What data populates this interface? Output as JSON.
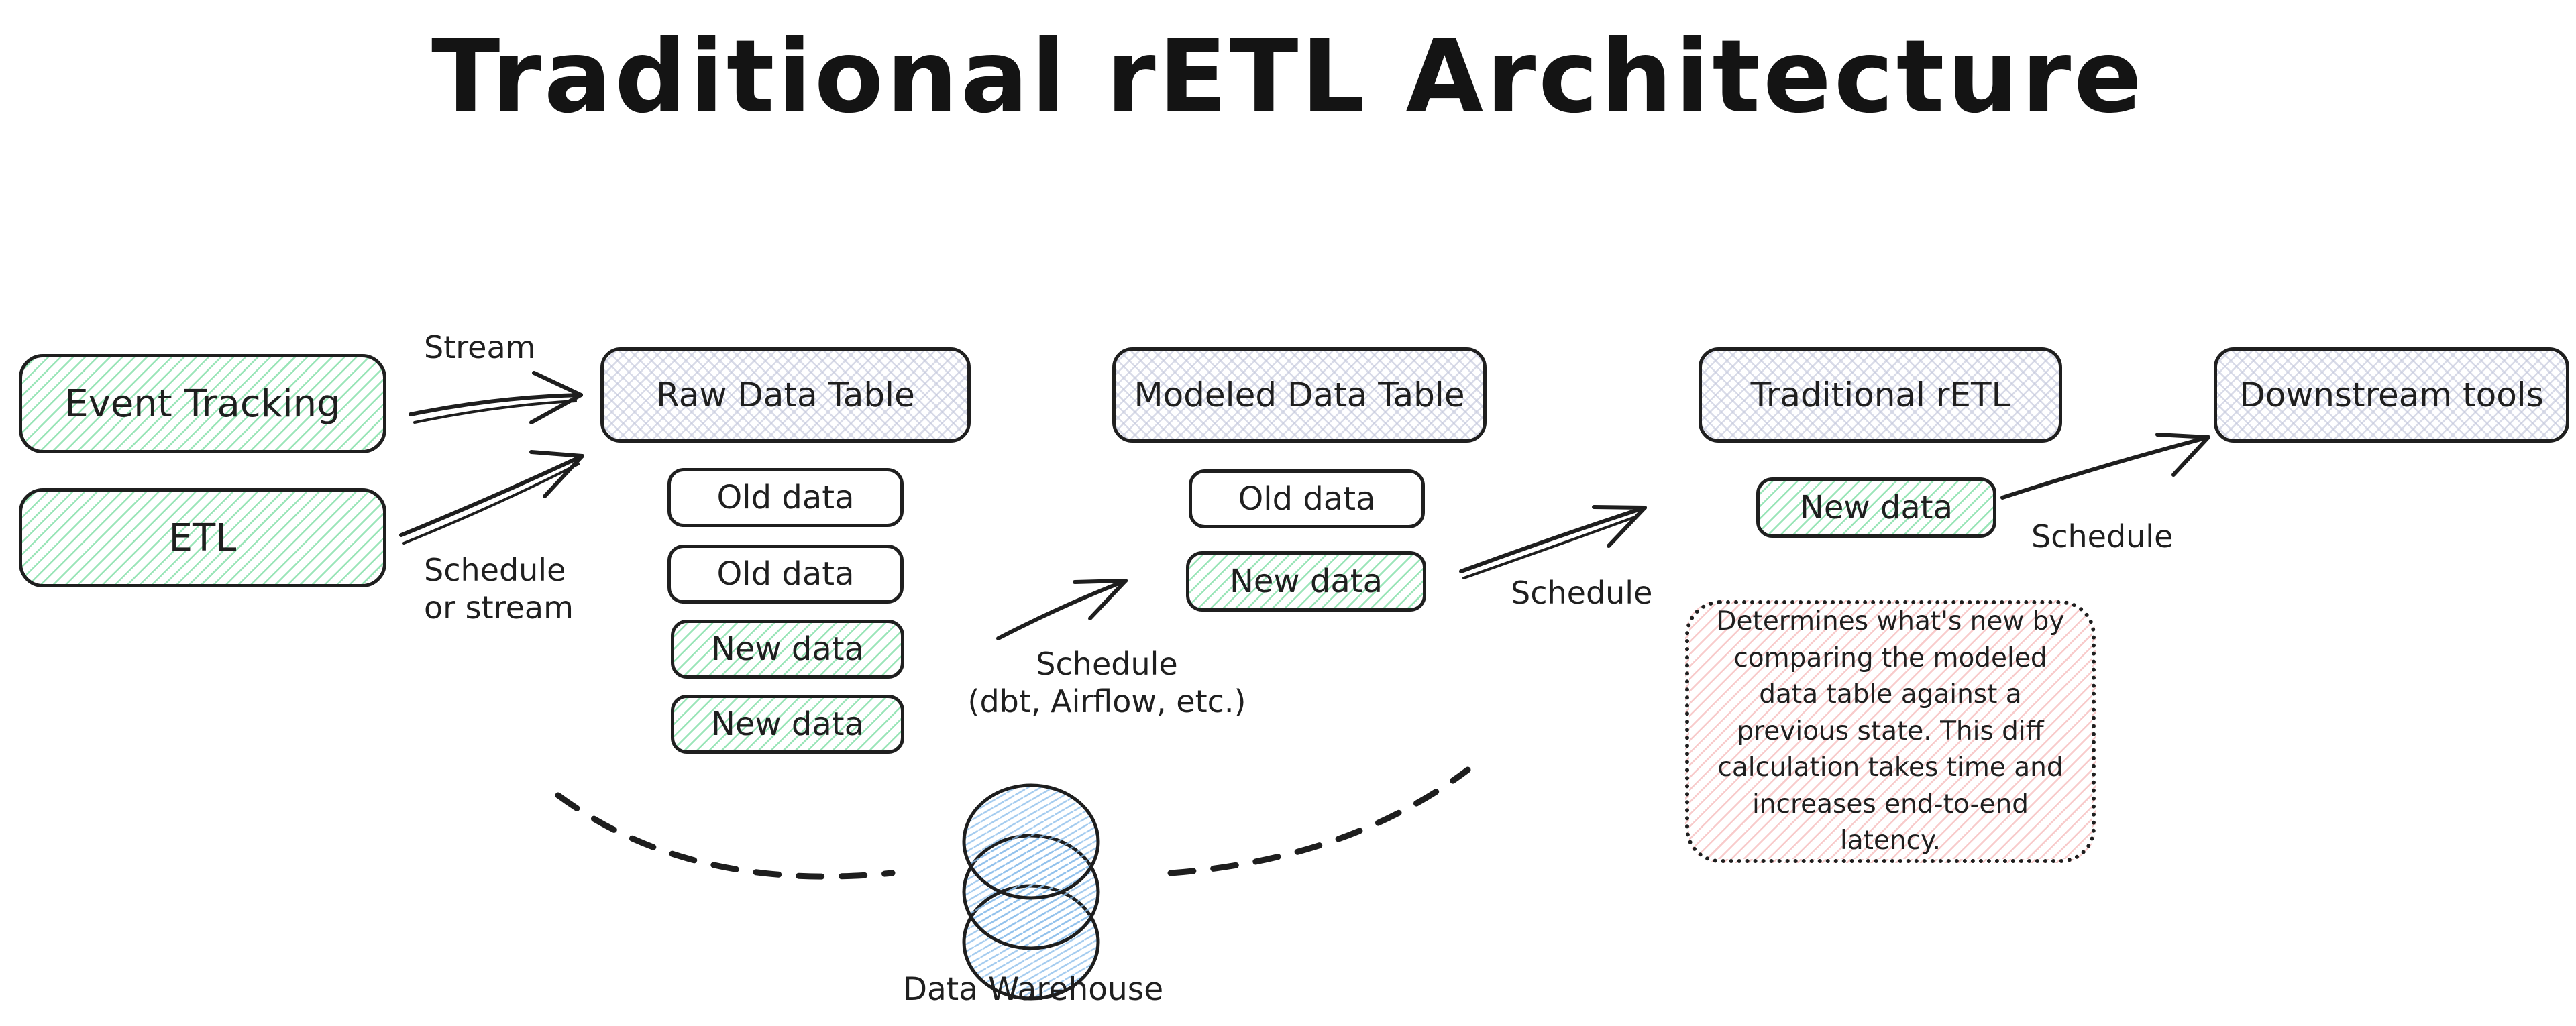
{
  "title": "Traditional rETL Architecture",
  "nodes": {
    "event_tracking": "Event Tracking",
    "etl": "ETL",
    "raw_table": {
      "title": "Raw Data Table",
      "rows": [
        "Old data",
        "Old data",
        "New data",
        "New data"
      ]
    },
    "modeled_table": {
      "title": "Modeled Data Table",
      "rows": [
        "Old data",
        "New data"
      ]
    },
    "traditional_retl": {
      "title": "Traditional rETL",
      "rows": [
        "New data"
      ]
    },
    "downstream_tools": "Downstream tools",
    "data_warehouse": "Data Warehouse"
  },
  "edge_labels": {
    "stream": "Stream",
    "schedule_or_stream": "Schedule\nor stream",
    "schedule_dbt": "Schedule\n(dbt, Airflow, etc.)",
    "schedule_mid": "Schedule",
    "schedule_right": "Schedule"
  },
  "note": "Determines what's new by comparing the modeled data table against a previous state. This diff calculation takes time and increases end-to-end latency.",
  "colors": {
    "ink": "#1f1f1f",
    "green_hatch": "#96e3af",
    "gray_hatch": "#d7d9e5",
    "pink_hatch": "#f3b6b6",
    "blue_hatch": "#a9d4ef",
    "background": "#ffffff"
  }
}
